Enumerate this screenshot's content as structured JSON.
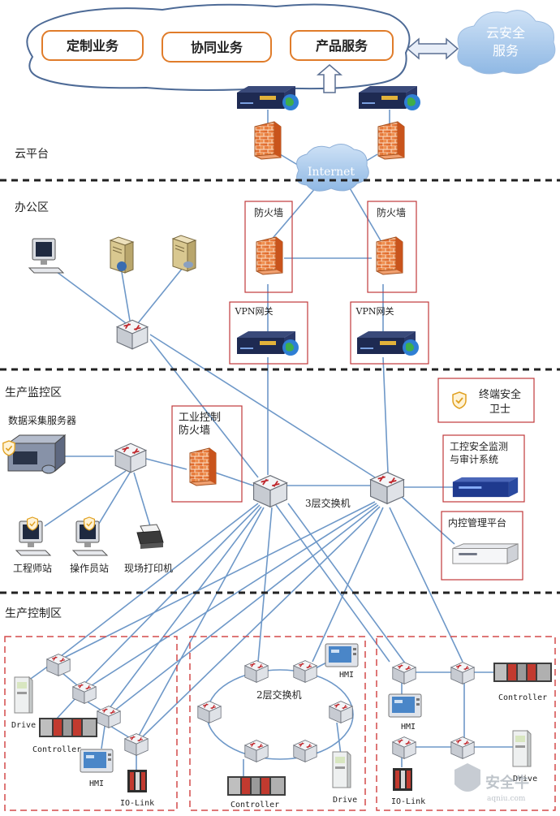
{
  "cloud_services": {
    "custom": "定制业务",
    "collab": "协同业务",
    "product": "产品服务",
    "security": "云安全服务"
  },
  "zones": {
    "cloud": "云平台",
    "office": "办公区",
    "monitor": "生产监控区",
    "control": "生产控制区"
  },
  "labels": {
    "internet": "Internet",
    "firewall": "防火墙",
    "vpn": "VPN网关",
    "data_server": "数据采集服务器",
    "ics_firewall": "工业控制防火墙",
    "engineer": "工程师站",
    "operator": "操作员站",
    "printer": "现场打印机",
    "l3_switch": "3层交换机",
    "endpoint_guard": "终端安全卫士",
    "audit_system": "工控安全监测与审计系统",
    "control_platform": "内控管理平台",
    "l2_switch": "2层交换机",
    "drive": "Drive",
    "controller": "Controller",
    "hmi": "HMI",
    "io_link": "IO-Link",
    "watermark": "安全牛",
    "watermark_url": "aqniu.com"
  },
  "colors": {
    "link": "#6e98c8",
    "dash_red": "#d44a4a",
    "box_orange": "#e07c2a",
    "cloud_blue": "#b8d3ee",
    "firewall": "#e8793a"
  }
}
